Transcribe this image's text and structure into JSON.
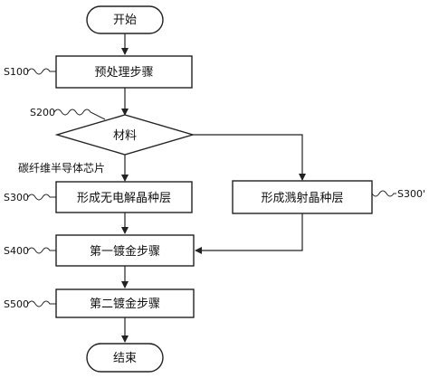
{
  "nodes": {
    "start": "开始",
    "preprocess": "预处理步骤",
    "material": "材料",
    "electroless_seed": "形成无电解晶种层",
    "sputter_seed": "形成溅射晶种层",
    "plating1": "第一镀金步骤",
    "plating2": "第二镀金步骤",
    "end": "结束"
  },
  "step_labels": {
    "s100": "S100",
    "s200": "S200",
    "s300": "S300",
    "s300p": "S300'",
    "s400": "S400",
    "s500": "S500"
  },
  "branch_label": "碳纤维半导体芯片"
}
